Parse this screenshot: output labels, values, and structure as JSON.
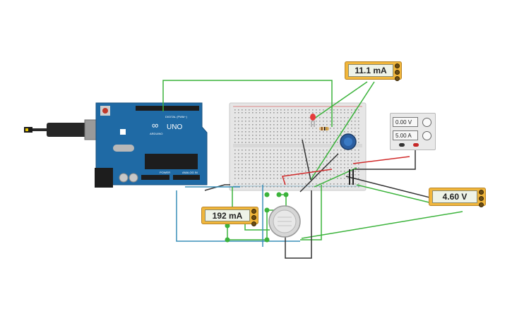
{
  "meters": [
    {
      "name": "ammeter-top",
      "value": "11.1 mA"
    },
    {
      "name": "ammeter-left",
      "value": "192 mA"
    },
    {
      "name": "voltmeter-right",
      "value": "4.60 V"
    }
  ],
  "power_supply": {
    "voltage": "0.00 V",
    "current": "5.00 A"
  },
  "arduino": {
    "logo": "∞",
    "brand": "UNO",
    "sublabel": "ARDUINO",
    "digital_label": "DIGITAL (PWM~)",
    "power_label": "POWER",
    "analog_label": "ANALOG IN"
  },
  "colors": {
    "wire_green": "#3bb33b",
    "wire_blue": "#3a8fb8",
    "wire_red": "#d12b2b",
    "wire_black": "#333333",
    "board_blue": "#1f6aa5",
    "meter_orange": "#f0b63c"
  }
}
